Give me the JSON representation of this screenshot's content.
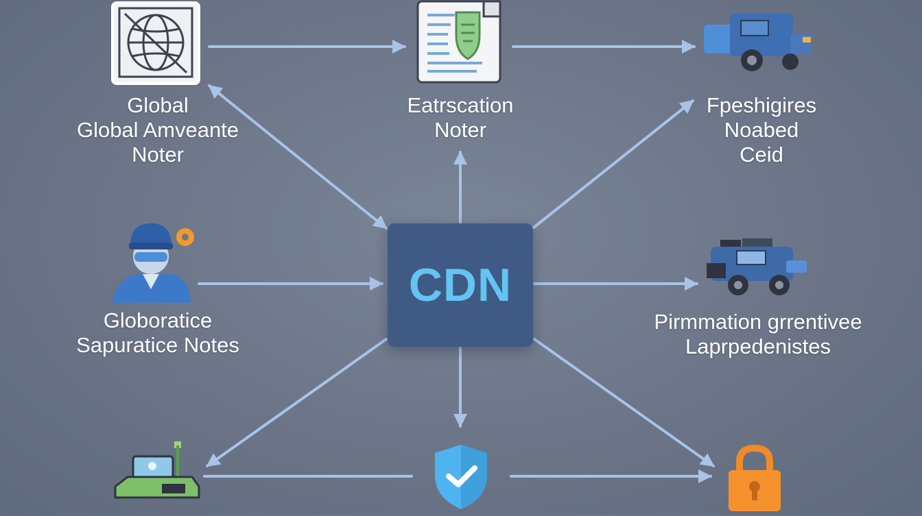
{
  "hub": {
    "label": "CDN"
  },
  "nodes": {
    "top_left": {
      "lines": [
        "Global",
        "Global Amveante",
        "Noter"
      ],
      "icon": "globe-icon"
    },
    "top_center": {
      "lines": [
        "Eatrscation",
        "Noter"
      ],
      "icon": "document-shield-icon"
    },
    "top_right": {
      "lines": [
        "Fpeshigires",
        "Noabed",
        "Ceid"
      ],
      "icon": "truck-icon"
    },
    "mid_left": {
      "lines": [
        "Globoratice",
        "Sapuratice Notes"
      ],
      "icon": "user-icon"
    },
    "mid_right": {
      "lines": [
        "Pirmmation grrentivee",
        "Laprpedenistes"
      ],
      "icon": "vehicle-icon"
    },
    "bottom_left": {
      "icon": "machine-icon"
    },
    "bottom_center": {
      "icon": "shield-check-icon"
    },
    "bottom_right": {
      "icon": "lock-icon"
    }
  },
  "colors": {
    "background": "#6b7587",
    "hub": "#3f5a84",
    "hub_text": "#63c4f2",
    "arrow": "#a9c3e8",
    "label": "#ffffff"
  }
}
